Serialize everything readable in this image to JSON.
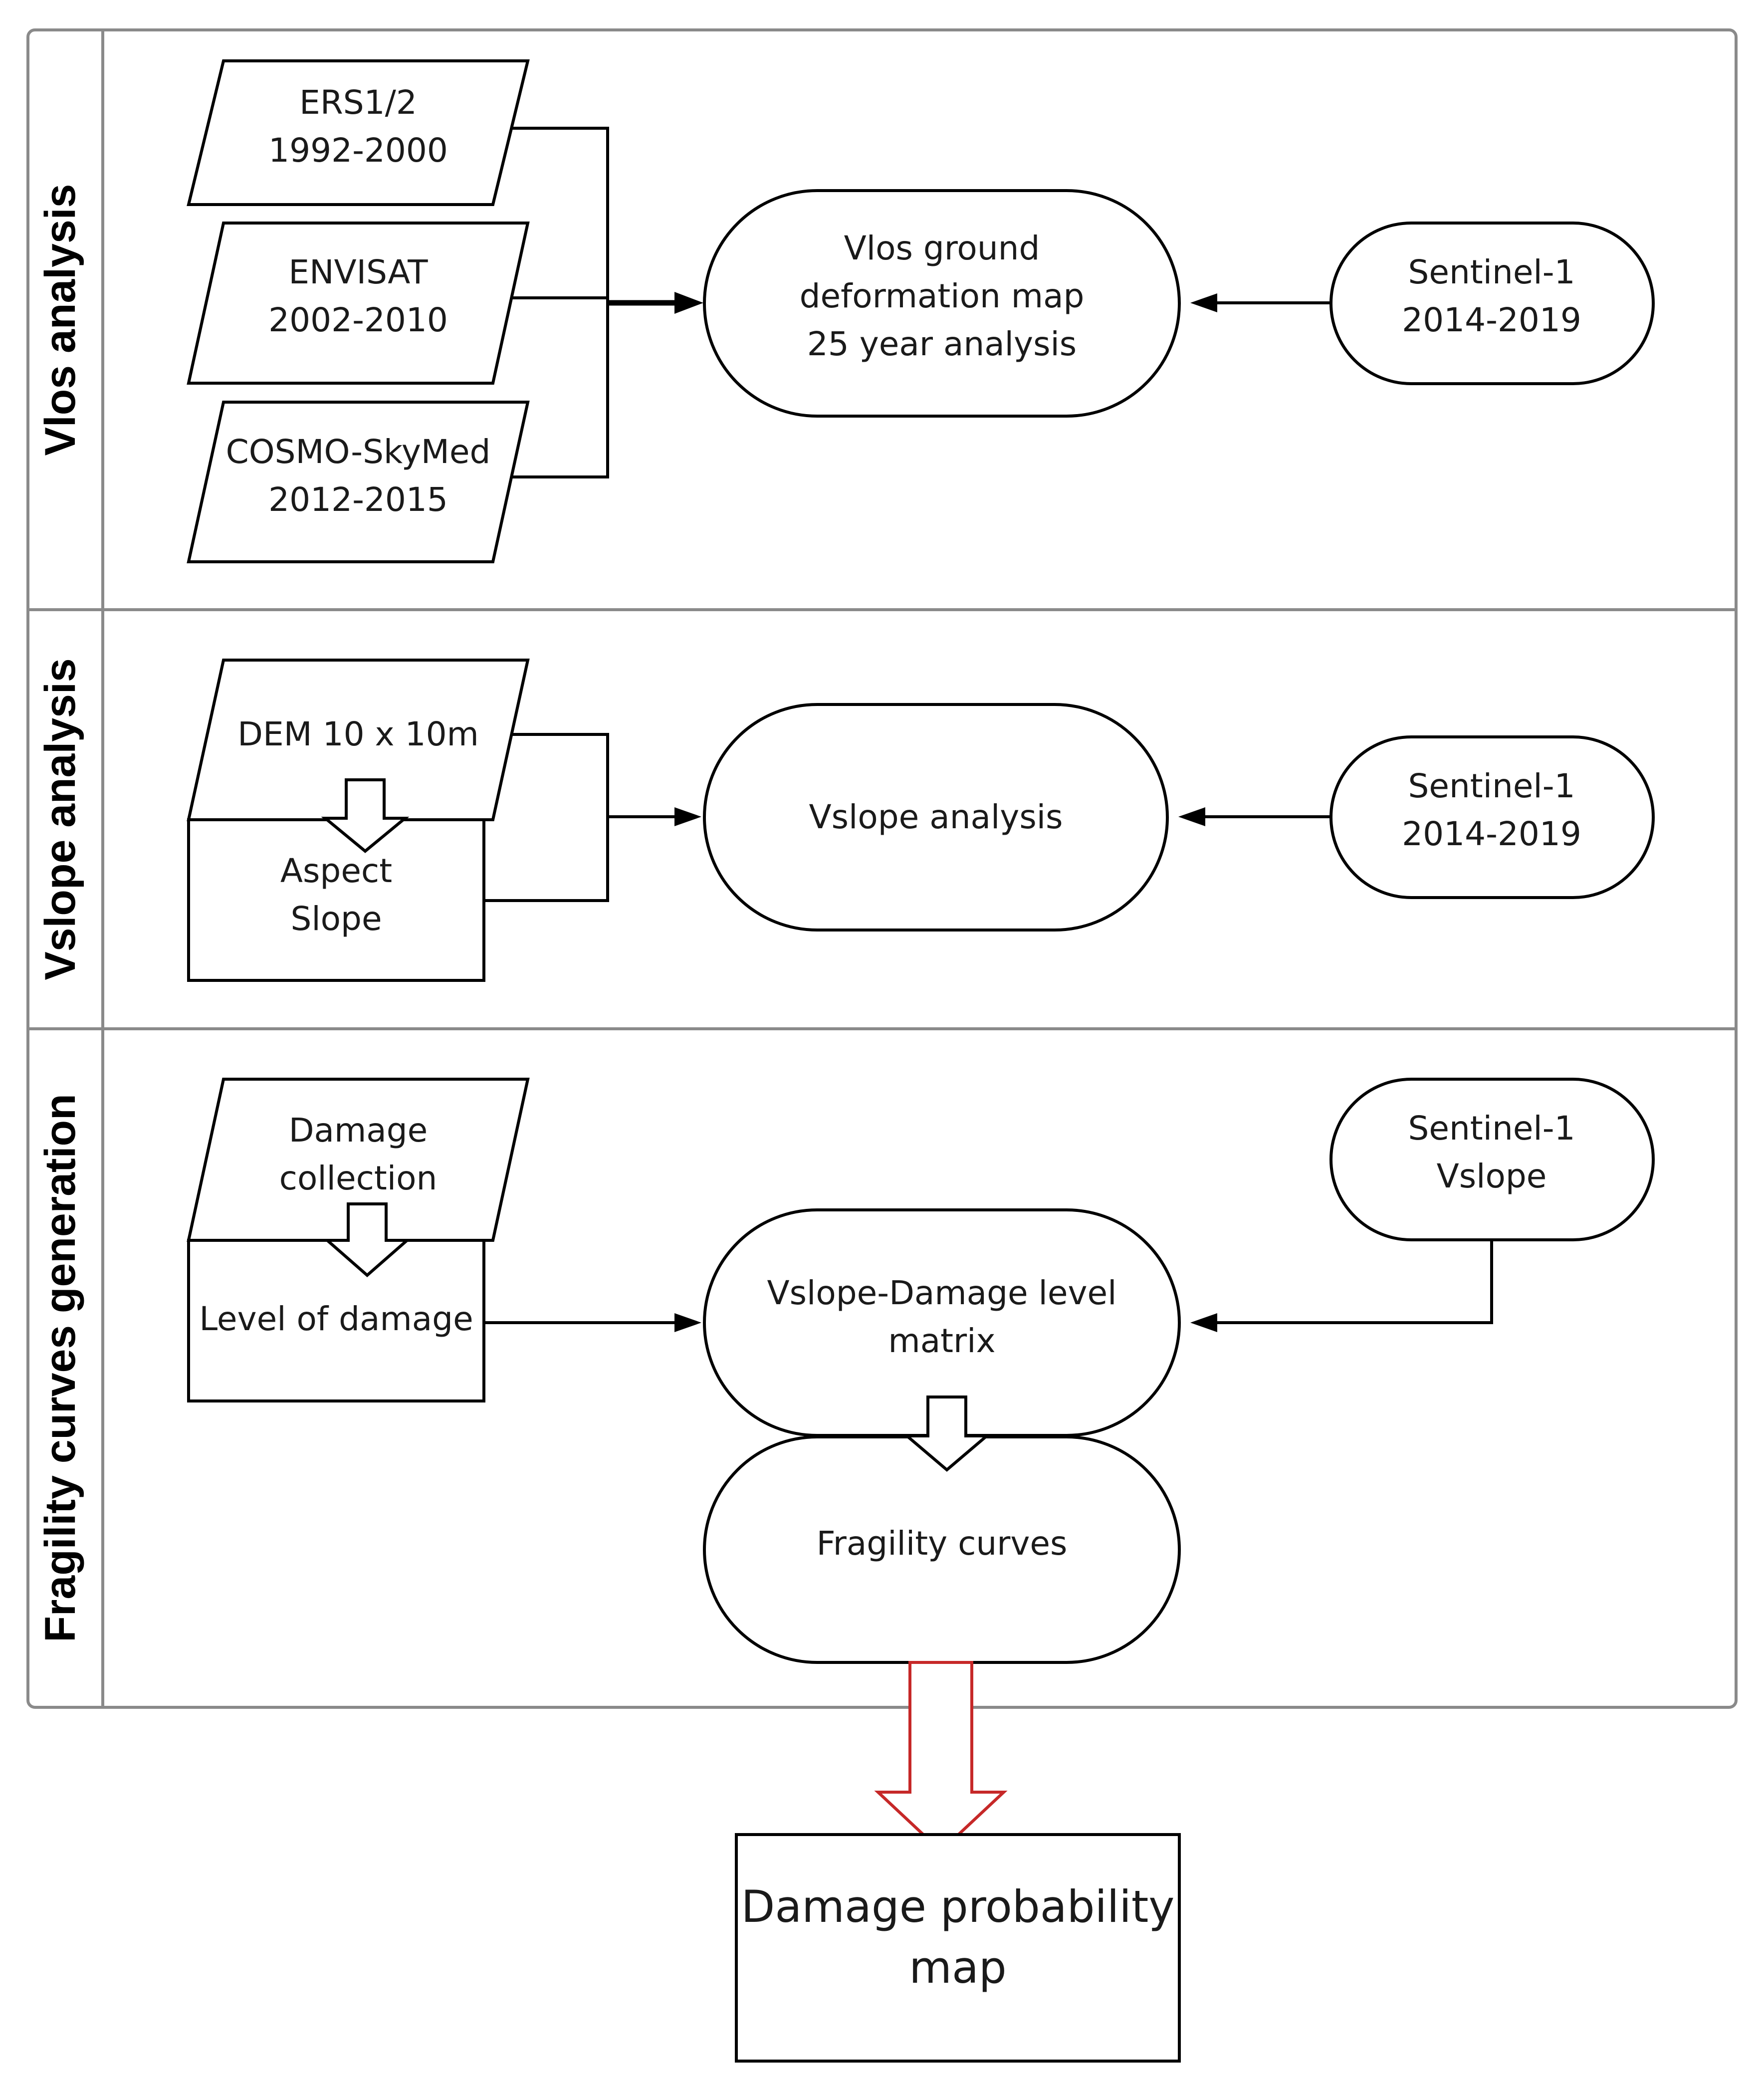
{
  "lanes": {
    "vlos": "Vlos analysis",
    "vslope": "Vslope analysis",
    "fragility": "Fragility curves generation"
  },
  "vlos": {
    "ers": [
      "ERS1/2",
      "1992-2000"
    ],
    "envisat": [
      "ENVISAT",
      "2002-2010"
    ],
    "cosmo": [
      "COSMO-SkyMed",
      "2012-2015"
    ],
    "map": [
      "Vlos ground",
      "deformation map",
      "25 year analysis"
    ],
    "sentinel": [
      "Sentinel-1",
      "2014-2019"
    ]
  },
  "vslope": {
    "dem": "DEM 10 x 10m",
    "aspect_slope": [
      "Aspect",
      "Slope"
    ],
    "analysis": "Vslope analysis",
    "sentinel": [
      "Sentinel-1",
      "2014-2019"
    ]
  },
  "fragility": {
    "damage": [
      "Damage",
      "collection"
    ],
    "level": "Level of damage",
    "matrix": [
      "Vslope-Damage level",
      "matrix"
    ],
    "curves": "Fragility curves",
    "sentinel": [
      "Sentinel-1",
      "Vslope"
    ]
  },
  "output": {
    "label": [
      "Damage probability",
      "map"
    ]
  },
  "colors": {
    "lane_border": "#8a8a8a",
    "output_arrow": "#c62828",
    "stroke": "#000000"
  }
}
